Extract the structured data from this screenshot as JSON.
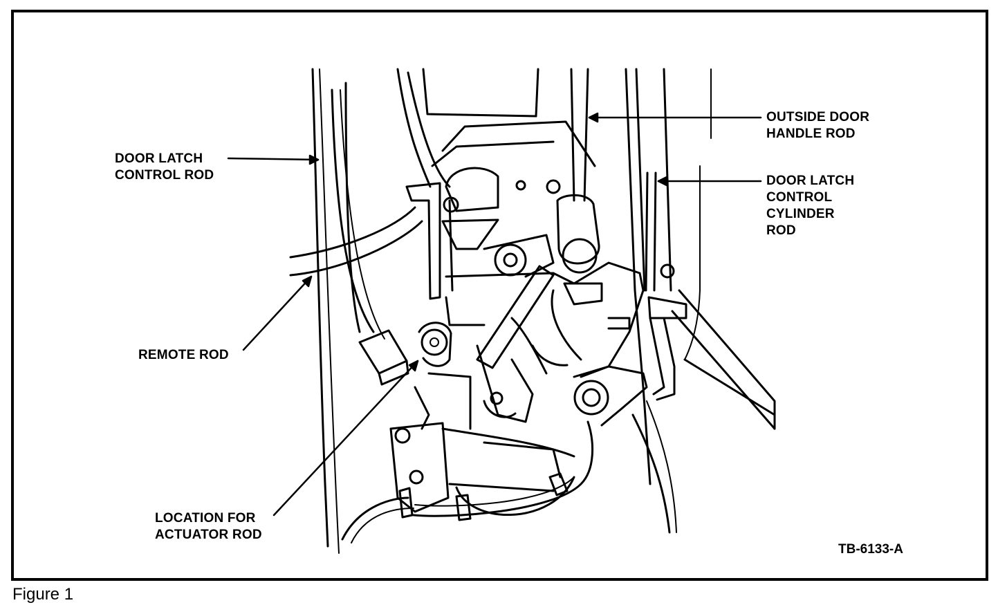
{
  "labels": {
    "door_latch_control_rod": "DOOR LATCH\nCONTROL ROD",
    "outside_door_handle_rod": "OUTSIDE DOOR\nHANDLE ROD",
    "door_latch_control_cylinder_rod": "DOOR LATCH\nCONTROL\nCYLINDER\nROD",
    "remote_rod": "REMOTE ROD",
    "location_for_actuator_rod": "LOCATION FOR\nACTUATOR ROD"
  },
  "drawing_code": "TB-6133-A",
  "caption": "Figure 1",
  "colors": {
    "ink": "#000000",
    "paper": "#ffffff"
  }
}
